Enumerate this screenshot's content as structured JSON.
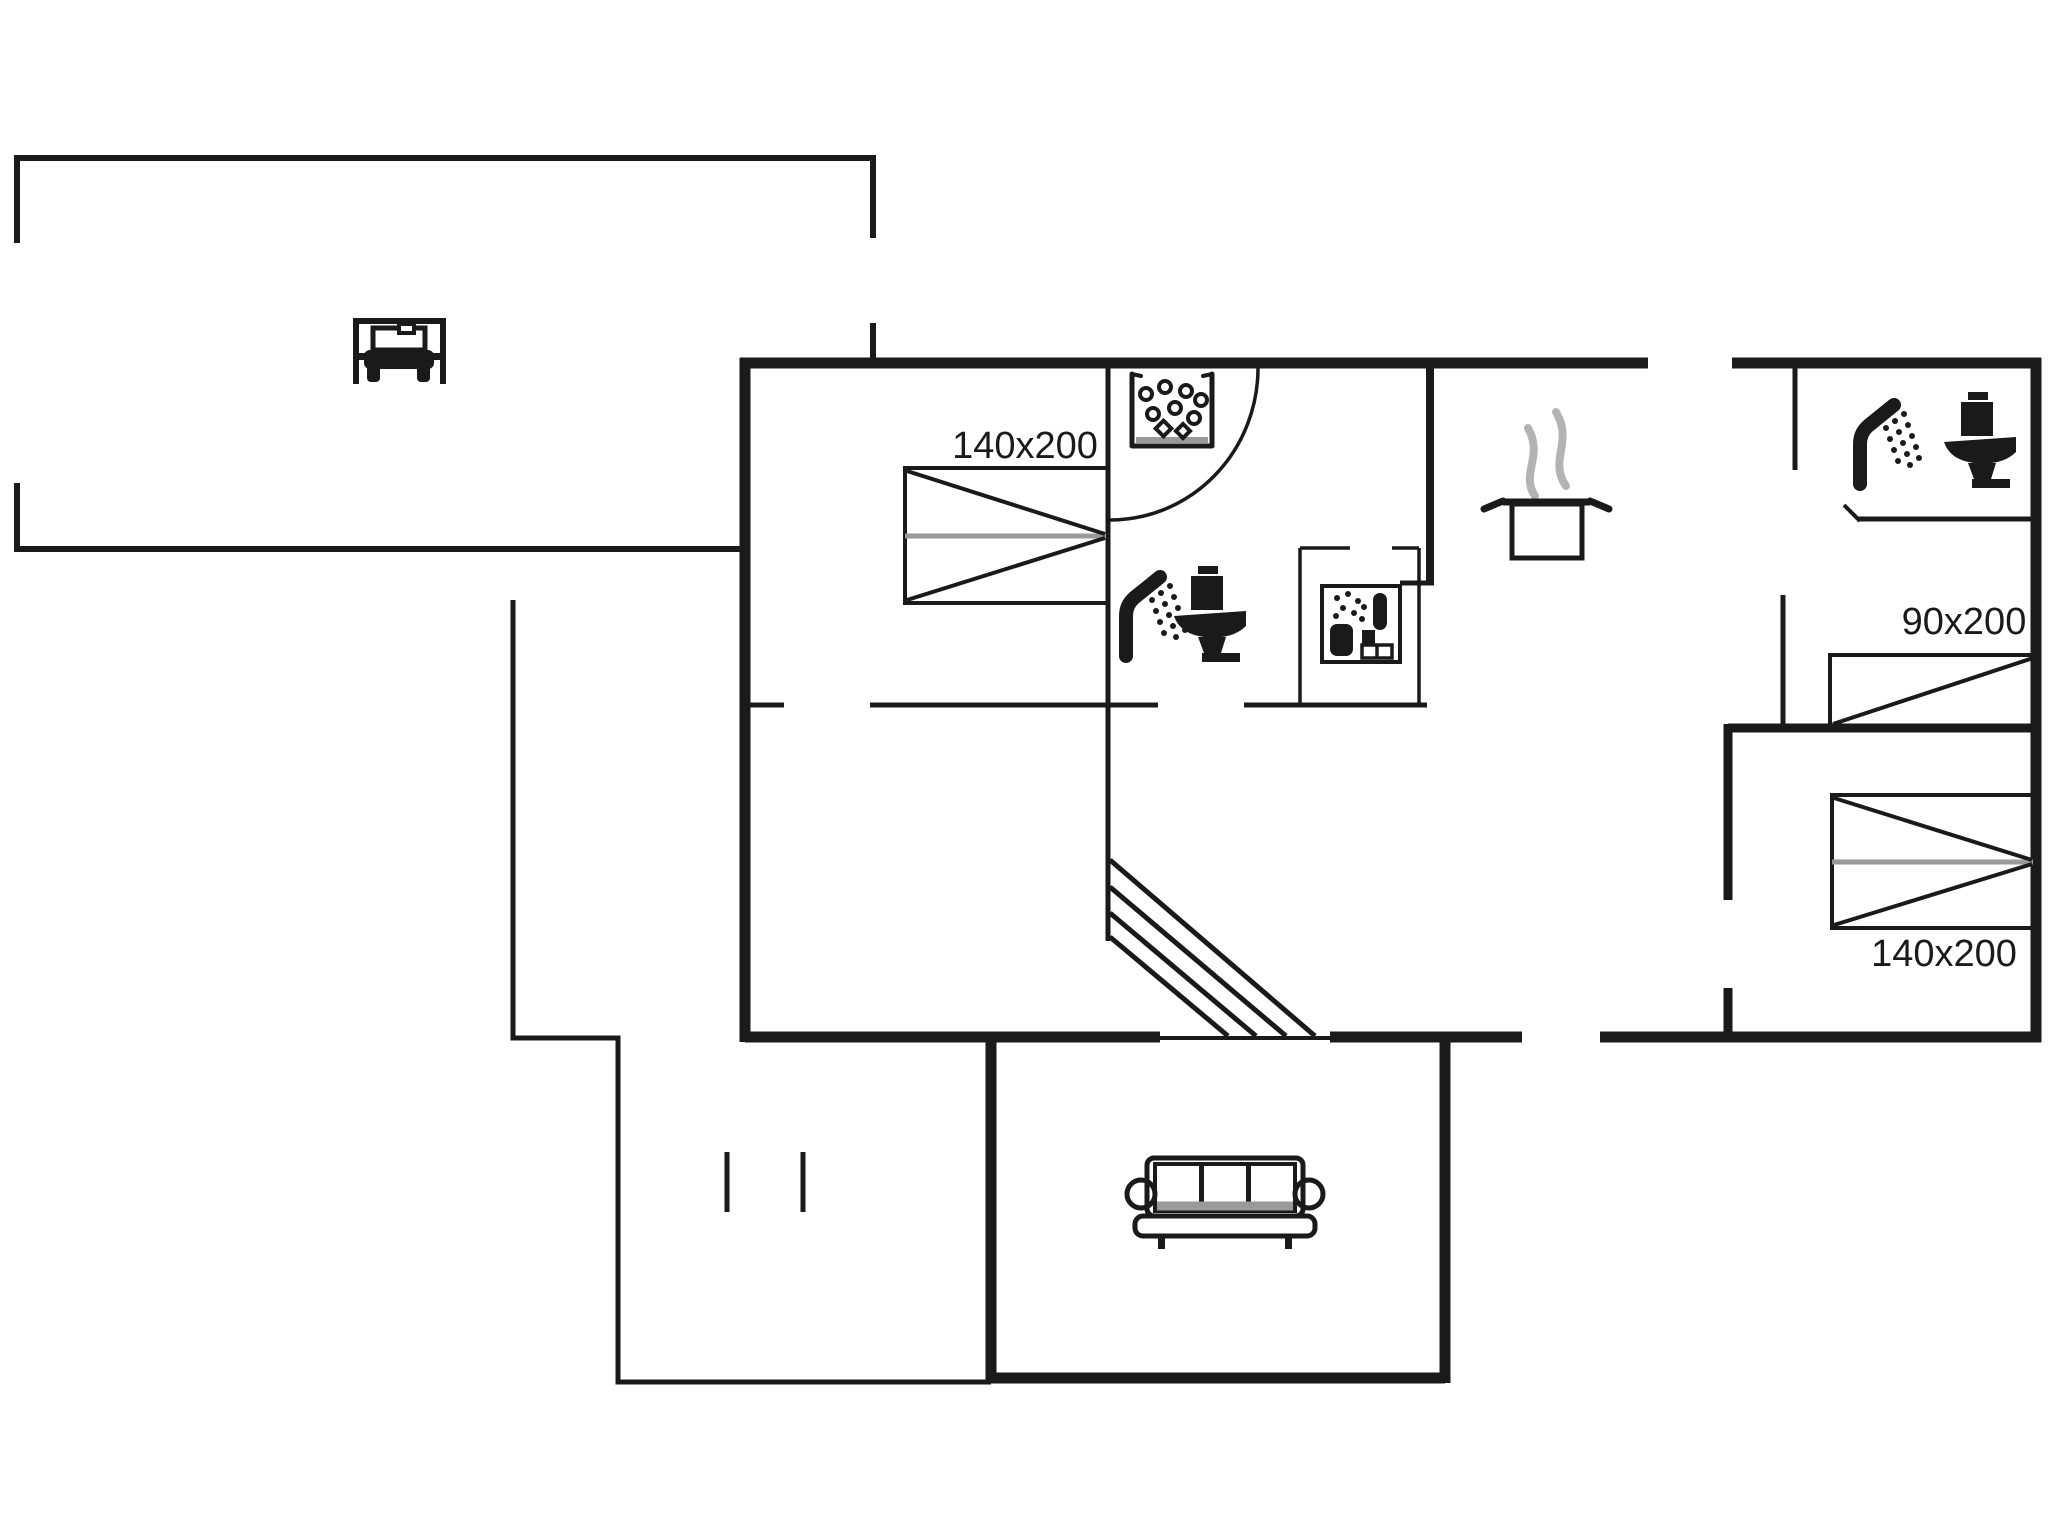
{
  "title": "holiday-house floor plan",
  "colors": {
    "background": "#ffffff",
    "ink": "#1a1a1a",
    "steam": "#b3b3b3",
    "bed_center_line": "#999999",
    "cushion_shade": "#999999"
  },
  "bed_labels": {
    "left_double_bed": "140x200",
    "right_single_bed": "90x200",
    "right_double_bed": "140x200"
  },
  "icons": {
    "carport": "car-icon",
    "utility_corner": "washing-machine-icon",
    "main_bathroom": [
      "shower-icon",
      "toilet-icon"
    ],
    "sauna_cabin": "sauna-icon",
    "kitchen": "steaming-pot-icon",
    "right_bathroom": [
      "shower-icon",
      "toilet-icon"
    ],
    "living_room": "sofa-icon",
    "hall": "staircase-symbol",
    "entrance": "door-swing-arc"
  }
}
